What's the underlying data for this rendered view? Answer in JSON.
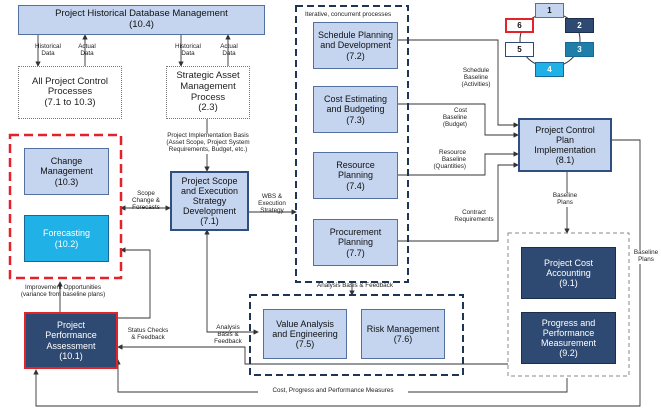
{
  "boxes": {
    "db": {
      "title": "Project Historical Database Management",
      "num": "(10.4)"
    },
    "all_ctrl": {
      "title": "All Project Control\nProcesses",
      "num": "(7.1 to 10.3)"
    },
    "strategic": {
      "title": "Strategic Asset\nManagement\nProcess",
      "num": "(2.3)"
    },
    "schedule": {
      "title": "Schedule Planning\nand Development",
      "num": "(7.2)"
    },
    "cost_est": {
      "title": "Cost Estimating\nand Budgeting",
      "num": "(7.3)"
    },
    "resource": {
      "title": "Resource\nPlanning",
      "num": "(7.4)"
    },
    "procure": {
      "title": "Procurement\nPlanning",
      "num": "(7.7)"
    },
    "change": {
      "title": "Change\nManagement",
      "num": "(10.3)"
    },
    "forecast": {
      "title": "Forecasting",
      "num": "(10.2)"
    },
    "scope": {
      "title": "Project Scope\nand Execution\nStrategy\nDevelopment",
      "num": "(7.1)"
    },
    "plan_impl": {
      "title": "Project Control\nPlan\nImplementation",
      "num": "(8.1)"
    },
    "cost_acct": {
      "title": "Project Cost\nAccounting",
      "num": "(9.1)"
    },
    "progress": {
      "title": "Progress and\nPerformance\nMeasurement",
      "num": "(9.2)"
    },
    "perf": {
      "title": "Project\nPerformance\nAssessment",
      "num": "(10.1)"
    },
    "value": {
      "title": "Value Analysis\nand Engineering",
      "num": "(7.5)"
    },
    "risk": {
      "title": "Risk Management",
      "num": "(7.6)"
    }
  },
  "labels": {
    "hist1": "Historical\nData",
    "act1": "Actual\nData",
    "hist2": "Historical\nData",
    "act2": "Actual\nData",
    "iterative": "Iterative, concurrent processes",
    "impl_basis": "Project Implementation Basis\n(Asset Scope, Project System\nRequirements, Budget, etc.)",
    "sched_base": "Schedule\nBaseline\n(Activities)",
    "cost_base": "Cost\nBaseline\n(Budget)",
    "res_base": "Resource\nBaseline\n(Quantities)",
    "contract": "Contract\nRequirements",
    "scope_change": "Scope\nChange &\nForecasts",
    "wbs": "WBS &\nExecution\nStrategy",
    "baseline_plans1": "Baseline\nPlans",
    "baseline_plans2": "Baseline\nPlans",
    "analysis_feedback": "Analysis Basis & Feedback",
    "improvement": "Improvement Opportunities\n(variance from baseline plans)",
    "status": "Status Checks\n& Feedback",
    "analysis2": "Analysis\nBasis &\nFeedback",
    "cost_measures": "Cost, Progress and Performance Measures"
  },
  "cycle": [
    "1",
    "2",
    "3",
    "4",
    "5",
    "6"
  ],
  "colors": {
    "light": "#c5d5ef",
    "dark": "#2e4a72",
    "cyan": "#20b1e6",
    "red": "#e3232a",
    "navy_dash": "#1f3556",
    "line": "#333333"
  }
}
